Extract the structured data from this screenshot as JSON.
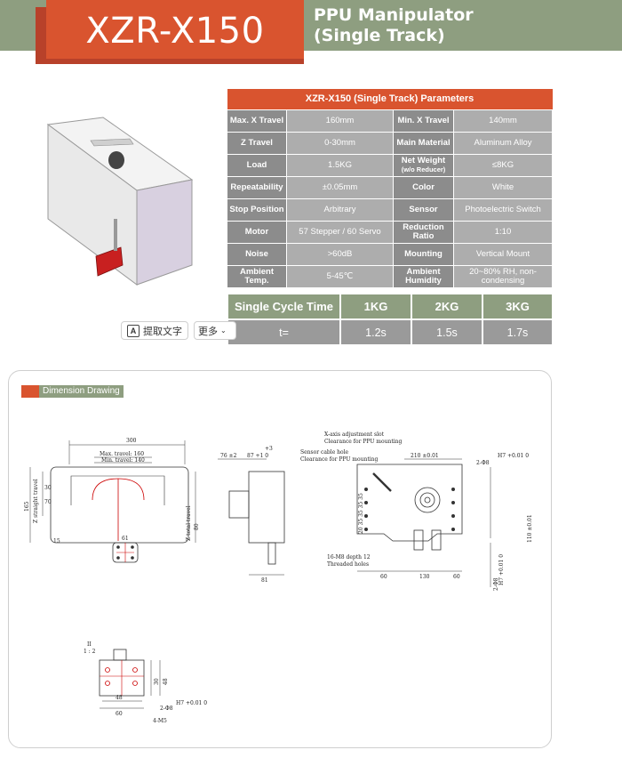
{
  "header": {
    "model": "XZR-X150",
    "subtitle_line1": "PPU Manipulator",
    "subtitle_line2": "(Single Track)"
  },
  "params": {
    "title": "XZR-X150 (Single Track) Parameters",
    "rows": [
      {
        "k1": "Max. X Travel",
        "v1": "160mm",
        "k2": "Min. X Travel",
        "v2": "140mm"
      },
      {
        "k1": "Z Travel",
        "v1": "0-30mm",
        "k2": "Main Material",
        "v2": "Aluminum Alloy"
      },
      {
        "k1": "Load",
        "v1": "1.5KG",
        "k2": "Net Weight",
        "k2b": "(w/o Reducer)",
        "v2": "≤8KG"
      },
      {
        "k1": "Repeatability",
        "v1": "±0.05mm",
        "k2": "Color",
        "v2": "White"
      },
      {
        "k1": "Stop Position",
        "v1": "Arbitrary",
        "k2": "Sensor",
        "v2": "Photoelectric Switch"
      },
      {
        "k1": "Motor",
        "v1": "57 Stepper / 60 Servo",
        "k2": "Reduction Ratio",
        "v2": "1:10"
      },
      {
        "k1": "Noise",
        "v1": ">60dB",
        "k2": "Mounting",
        "v2": "Vertical Mount"
      },
      {
        "k1": "Ambient Temp.",
        "v1": "5-45℃",
        "k2": "Ambient Humidity",
        "v2": "20~80% RH, non-condensing"
      }
    ]
  },
  "cycle": {
    "label": "Single Cycle Time",
    "eq": "t=",
    "cols": [
      {
        "load": "1KG",
        "time": "1.2s"
      },
      {
        "load": "2KG",
        "time": "1.5s"
      },
      {
        "load": "3KG",
        "time": "1.7s"
      }
    ]
  },
  "toolbar": {
    "ocr_label": "提取文字",
    "more_label": "更多"
  },
  "dimension": {
    "title": "Dimension Drawing",
    "front": {
      "width": "300",
      "max_travel": "Max. travel: 160",
      "min_travel": "Min. travel: 140",
      "z_straight": "Z straight travel",
      "z_total": "Z total travel",
      "height": "165",
      "h1": "30",
      "h2": "80",
      "h3": "70",
      "h4": "15",
      "b1": "61"
    },
    "side": {
      "d1": "76 ±2",
      "d2": "87 +1 0",
      "d3": "+3",
      "bottom": "81"
    },
    "back": {
      "note1": "X-axis adjustment slot",
      "note2": "Clearance for PPU mounting",
      "note3": "Sensor cable hole",
      "note4": "Clearance for PPU mounting",
      "note5": "16-M8 depth 12",
      "note6": "Threaded holes",
      "top": "210 ±0.01",
      "hole": "2-Φ8",
      "hole_tol": "H7 +0.01 0",
      "b1": "60",
      "b2": "130",
      "b3": "60",
      "r1": "110 ±0.01",
      "r2": "H7 +0.01 0",
      "r3": "2-Φ8",
      "left": "20 35 35 35 35"
    },
    "detail": {
      "scale_n": "II",
      "scale": "1 : 2",
      "d1": "48",
      "d2": "60",
      "h1": "30",
      "h2": "48",
      "hole": "2-Φ8",
      "tol": "H7 +0.01 0",
      "m": "4-M5"
    }
  }
}
